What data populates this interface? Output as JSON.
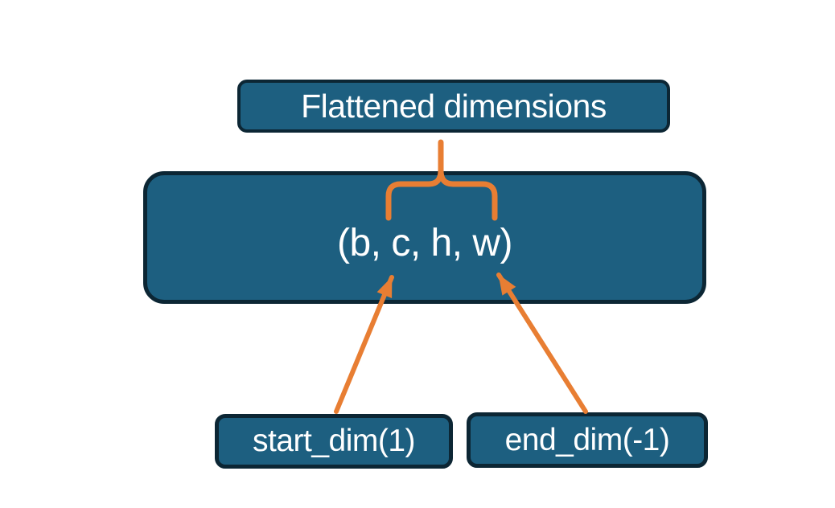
{
  "diagram": {
    "title_box": {
      "label": "Flattened dimensions"
    },
    "tensor_box": {
      "label": "(b, c, h, w)"
    },
    "start_box": {
      "label": "start_dim(1)"
    },
    "end_box": {
      "label": "end_dim(-1)"
    },
    "icons": {
      "brace": "upward-curly-brace-connector",
      "left_arrow": "up-arrow-to-dim-c",
      "right_arrow": "up-arrow-to-dim-w"
    }
  },
  "colors": {
    "node-fill": "#1d5f80",
    "node-border": "#0c2634",
    "connector": "#e87e33",
    "text": "#ffffff",
    "background": "#ffffff"
  }
}
